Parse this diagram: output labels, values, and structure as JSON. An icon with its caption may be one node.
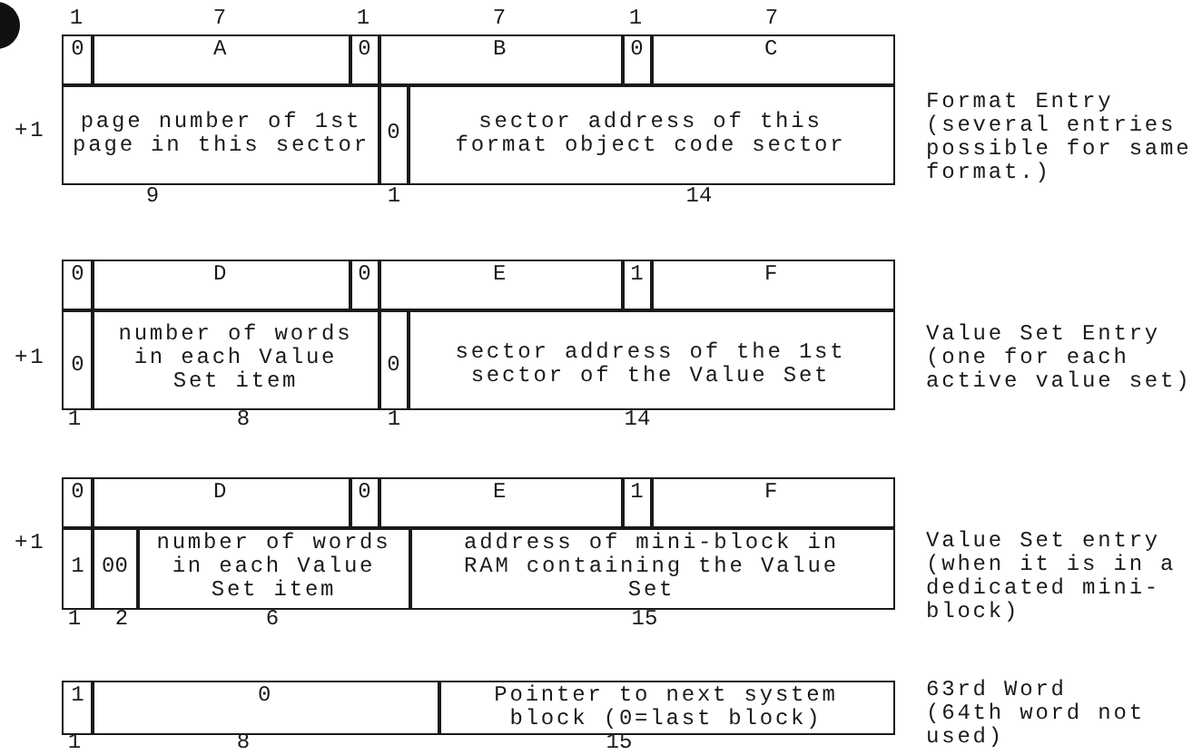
{
  "diagram": {
    "nodes": [
      {
        "text": [
          "0"
        ]
      },
      {
        "text": [
          "A"
        ]
      },
      {
        "text": [
          "0"
        ]
      },
      {
        "text": [
          "B"
        ]
      },
      {
        "text": [
          "0"
        ]
      },
      {
        "text": [
          "C"
        ]
      },
      {
        "text": [
          "page number of 1st page in this sector"
        ]
      },
      {
        "text": [
          "0"
        ]
      },
      {
        "text": [
          "sector address of this format object code sector"
        ]
      },
      {
        "text": [
          "0"
        ]
      },
      {
        "text": [
          "D"
        ]
      },
      {
        "text": [
          "0"
        ]
      },
      {
        "text": [
          "E"
        ]
      },
      {
        "text": [
          "1"
        ]
      },
      {
        "text": [
          "F"
        ]
      },
      {
        "text": [
          "0"
        ]
      },
      {
        "text": [
          "number of words in each Value Set item"
        ]
      },
      {
        "text": [
          "0"
        ]
      },
      {
        "text": [
          "sector address of the 1st sector of the Value Set"
        ]
      },
      {
        "text": [
          "0"
        ]
      },
      {
        "text": [
          "D"
        ]
      },
      {
        "text": [
          "0"
        ]
      },
      {
        "text": [
          "E"
        ]
      },
      {
        "text": [
          "1"
        ]
      },
      {
        "text": [
          "F"
        ]
      },
      {
        "text": [
          "1"
        ]
      },
      {
        "text": [
          "00"
        ]
      },
      {
        "text": [
          "number of words in each Value Set item"
        ]
      },
      {
        "text": [
          "address of mini-block in RAM containing the Value Set"
        ]
      },
      {
        "text": [
          "1"
        ]
      },
      {
        "text": [
          "0"
        ]
      },
      {
        "text": [
          "Pointer to next system block (0=last block)"
        ]
      }
    ],
    "labels": [
      "1",
      "7",
      "1",
      "7",
      "1",
      "7",
      "+1",
      "Format Entry (several entries possible for same format.)",
      "9",
      "1",
      "14",
      "+1",
      "Value Set Entry (one for each active value set)",
      "1",
      "8",
      "1",
      "14",
      "+1",
      "Value Set entry (when it is in a dedicated mini-block)",
      "1",
      "2",
      "6",
      "15",
      "63rd Word (64th word not used)",
      "1",
      "8",
      "15"
    ]
  }
}
